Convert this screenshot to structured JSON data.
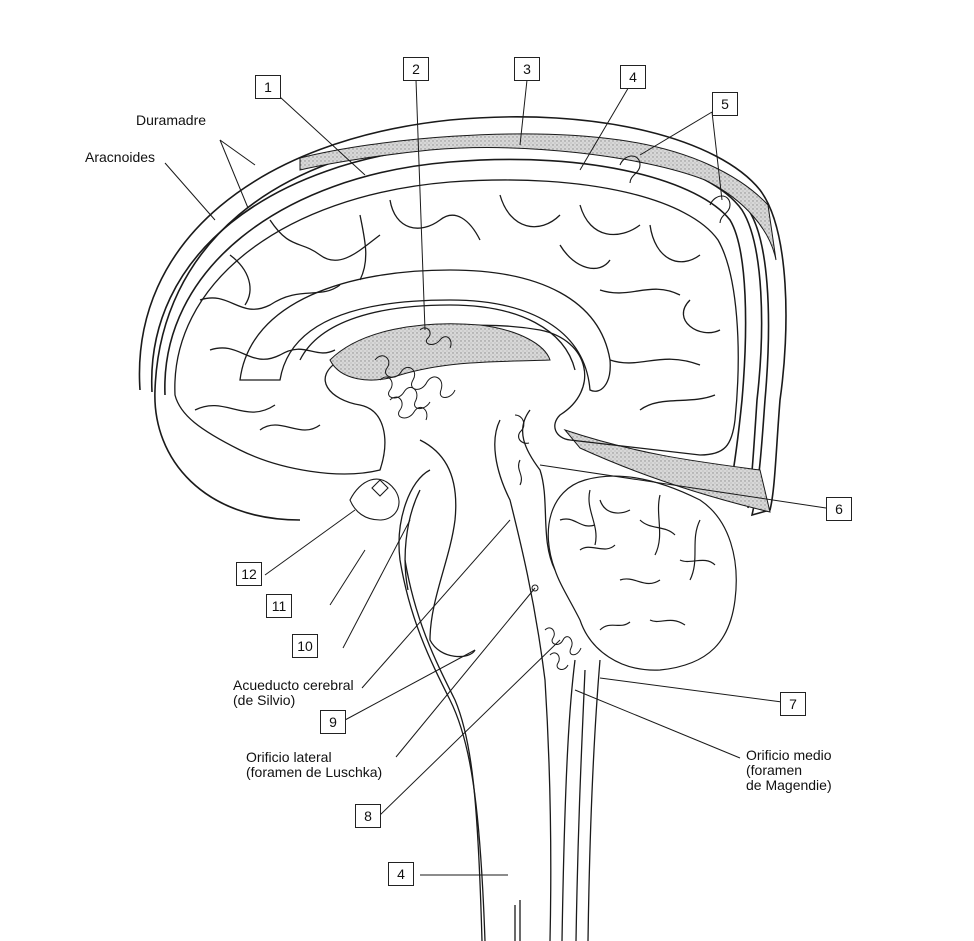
{
  "labels": {
    "duramadre": "Duramadre",
    "aracnoides": "Aracnoides",
    "acueducto": [
      "Acueducto cerebral",
      "(de Silvio)"
    ],
    "orificio_lateral": [
      "Orificio lateral",
      "(foramen de Luschka)"
    ],
    "orificio_medio": [
      "Orificio medio",
      "(foramen",
      "de Magendie)"
    ]
  },
  "number_boxes": [
    "1",
    "2",
    "3",
    "4",
    "5",
    "6",
    "7",
    "8",
    "9",
    "10",
    "11",
    "12",
    "4"
  ],
  "colors": {
    "ink": "#1a1a1a",
    "shade": "#bdbdbd",
    "paper": "#ffffff"
  }
}
